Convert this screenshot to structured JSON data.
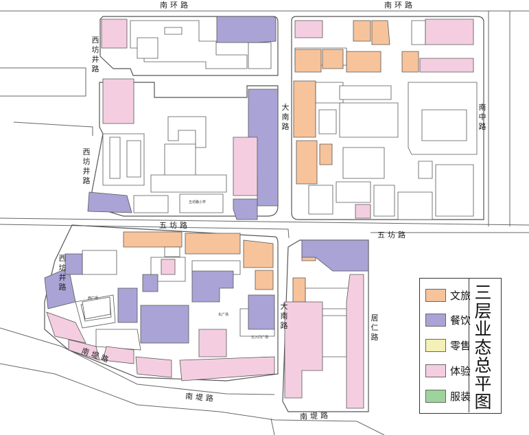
{
  "roads": {
    "nanhuan_left": "南环路",
    "nanhuan_right": "南环路",
    "xifangjing_upper": "西坊井路",
    "xifangjing_mid": "西坊井路",
    "xifangjing_lower": "西坊井路",
    "danan_upper": "大南路",
    "danan_lower": "大南路",
    "nanzhong": "南中路",
    "wufang_left": "五坊路",
    "wufang_right": "五坊路",
    "juren": "居仁路",
    "nandi_upper": "南堤路",
    "nandi_mid": "南堤路",
    "nandi_right": "南堤路"
  },
  "places": {
    "school": "五坊路小学",
    "west_plaza": "西广场",
    "east_plaza": "东广场",
    "north_plaza": "北入口广场"
  },
  "legend": {
    "title": "三层业态总平图",
    "items": [
      {
        "label": "文旅",
        "color": "#f7c39b"
      },
      {
        "label": "餐饮",
        "color": "#a9a3d6"
      },
      {
        "label": "零售",
        "color": "#f4f1b6"
      },
      {
        "label": "体验",
        "color": "#f4cee0"
      },
      {
        "label": "服装",
        "color": "#9ed49b"
      }
    ]
  },
  "colors": {
    "wenlv": "#f7c39b",
    "canyin": "#a9a3d6",
    "lingshou": "#f4f1b6",
    "tiyan": "#f4cee0",
    "fuzhuang": "#9ed49b",
    "outline": "#555555"
  }
}
